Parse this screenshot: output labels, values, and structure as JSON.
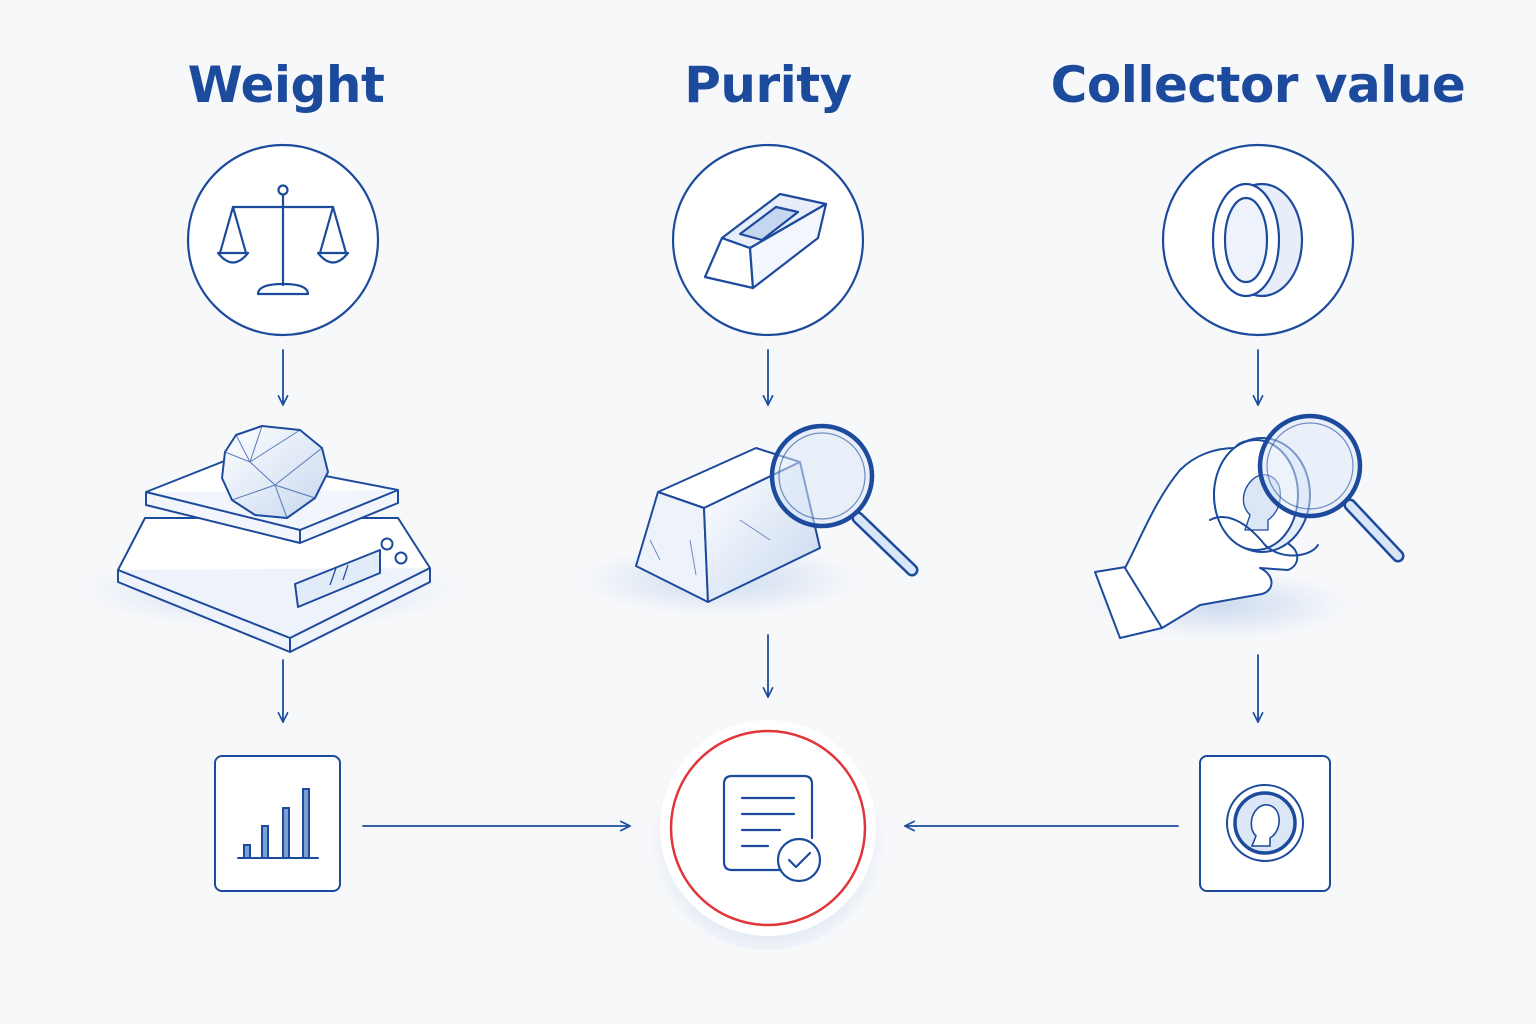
{
  "columns": [
    {
      "title": "Weight",
      "top_icon": "balance-scale-icon",
      "illustration": "gold-nugget-on-digital-scale",
      "result_icon": "bar-chart-icon"
    },
    {
      "title": "Purity",
      "top_icon": "gold-bar-icon",
      "illustration": "silver-bar-under-magnifying-glass",
      "result_icon": "document-check-icon"
    },
    {
      "title": "Collector value",
      "top_icon": "coin-icon",
      "illustration": "hand-holding-coin-with-magnifier",
      "result_icon": "coin-portrait-icon"
    }
  ],
  "colors": {
    "stroke": "#1c4a9c",
    "accent_ring": "#e0353a",
    "fill_light": "#dde8f7",
    "background": "#f7f8fa"
  }
}
